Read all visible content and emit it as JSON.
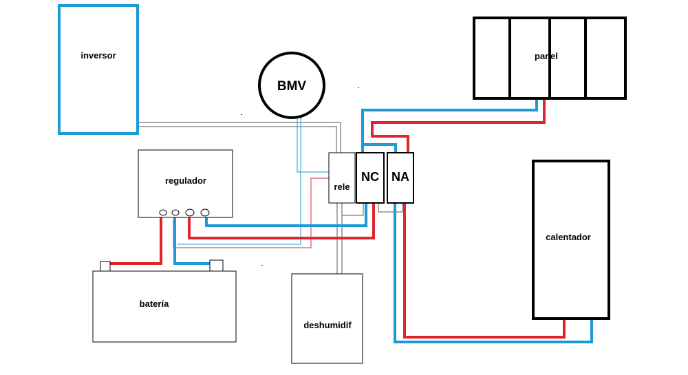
{
  "components": {
    "inversor": "inversor",
    "bmv": "BMV",
    "panel": "panel",
    "regulador": "regulador",
    "rele": "rele",
    "nc": "NC",
    "na": "NA",
    "calentador": "calentador",
    "bateria": "batería",
    "deshumidificador": "deshumidif"
  },
  "colors": {
    "positive_wire": "#e0242c",
    "negative_wire": "#1b9ad6",
    "signal_wire": "#555555",
    "outline": "#000000",
    "inversor_border": "#1b9ad6"
  }
}
